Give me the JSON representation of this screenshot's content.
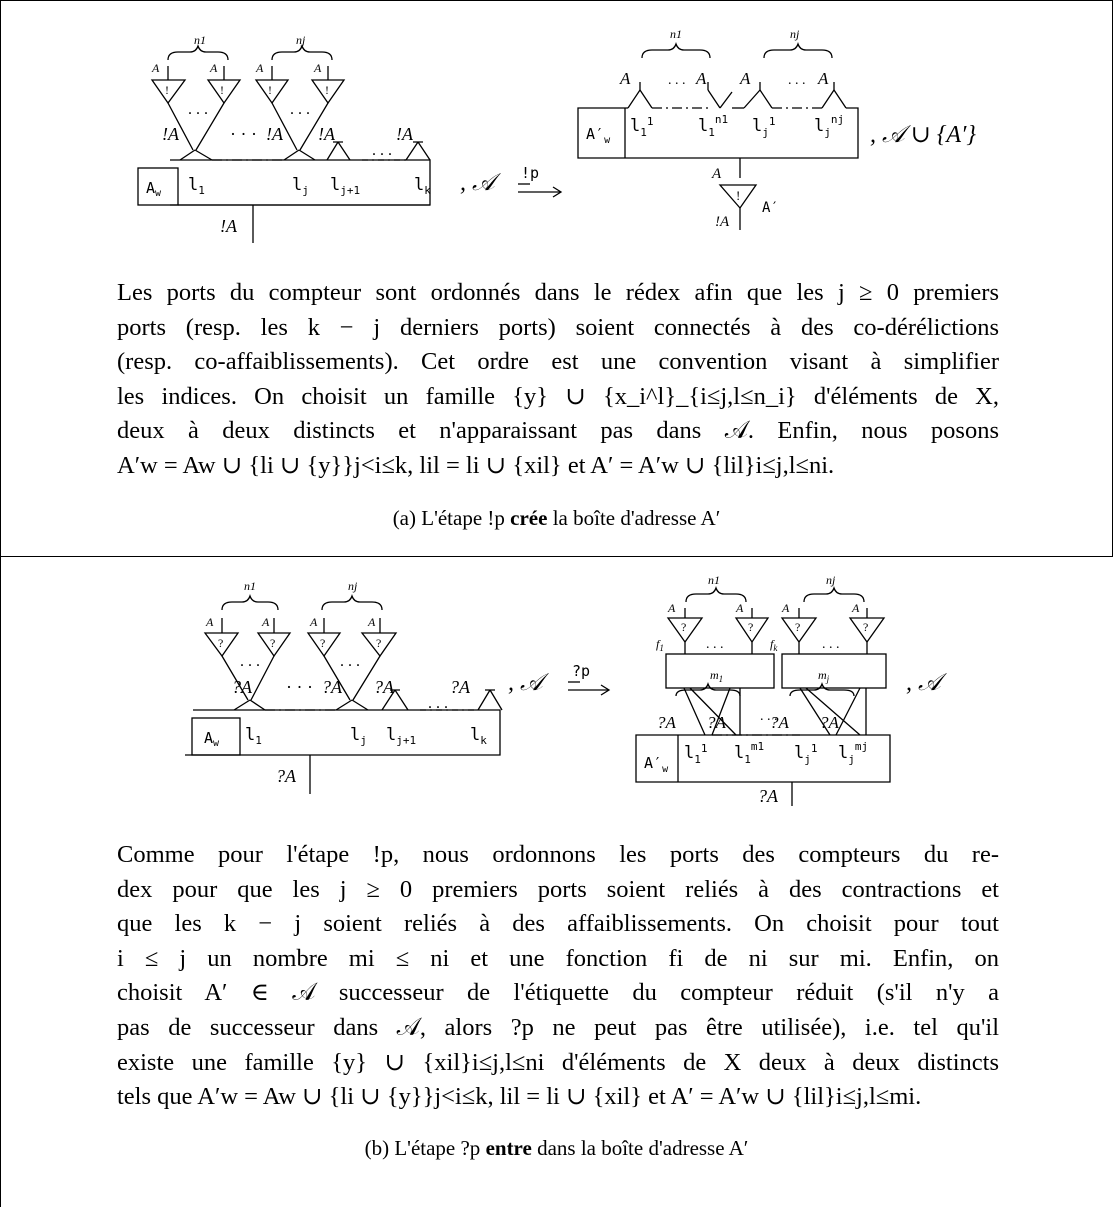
{
  "panel_a": {
    "diagram": {
      "n1": "n1",
      "nj": "nj",
      "A": "A",
      "bang": "!",
      "dots": "· · ·",
      "bangA": "!A",
      "ports": [
        "l1",
        "lj",
        "lj+1",
        "lk"
      ],
      "box_label": "Aw",
      "bottom_label": "!A",
      "context": ", 𝒜",
      "arrow_label": "!p",
      "result_box": "A′w",
      "result_ports": [
        "l11",
        "l1n1",
        "lj1",
        "ljnj"
      ],
      "result_context": ", 𝒜 ∪ {A′}",
      "result_bang_box": "A′"
    },
    "paragraph_lines": [
      "Les ports du compteur sont ordonnés dans le rédex afin que les j ≥ 0 premiers",
      "ports (resp. les k − j derniers ports) soient connectés à des co-dérélictions",
      "(resp. co-affaiblissements). Cet ordre est une convention visant à simplifier",
      "les indices. On choisit un famille {y} ∪ {x_i^l}_{i≤j,l≤n_i} d'éléments de X,",
      "deux à deux distincts et n'apparaissant pas dans 𝒜. Enfin, nous posons",
      "A′w = Aw ∪ {li ∪ {y}}j<i≤k, lil = li ∪ {xil} et A′ = A′w ∪ {lil}i≤j,l≤ni."
    ],
    "caption": {
      "prefix": "(a) L'étape !p ",
      "bold": "crée",
      "suffix": " la boîte d'adresse A′"
    }
  },
  "panel_b": {
    "diagram": {
      "n1": "n1",
      "nj": "nj",
      "A": "A",
      "quest": "?",
      "qA": "?A",
      "ports": [
        "l1",
        "lj",
        "lj+1",
        "lk"
      ],
      "box_label": "Aw",
      "bottom_label": "?A",
      "context": ", 𝒜",
      "arrow_label": "?p",
      "f_labels": [
        "f1",
        "fk"
      ],
      "m_labels": [
        "m1",
        "mj"
      ],
      "result_box": "A′w",
      "result_ports": [
        "l11",
        "l1m1",
        "lj1",
        "ljmj"
      ],
      "result_context": ", 𝒜"
    },
    "paragraph_lines": [
      "Comme pour l'étape !p, nous ordonnons les ports des compteurs du re-",
      "dex pour que les j ≥ 0 premiers ports soient reliés à des contractions et",
      "que les k − j soient reliés à des affaiblissements. On choisit pour tout",
      "i ≤ j un nombre mi ≤ ni et une fonction fi de ni sur mi. Enfin, on",
      "choisit A′ ∈ 𝒜 successeur de l'étiquette du compteur réduit (s'il n'y a",
      "pas de successeur dans 𝒜, alors ?p ne peut pas être utilisée), i.e. tel qu'il",
      "existe une famille {y} ∪ {xil}i≤j,l≤ni d'éléments de X deux à deux distincts",
      "tels que A′w = Aw ∪ {li ∪ {y}}j<i≤k, lil = li ∪ {xil} et A′ = A′w ∪ {lil}i≤j,l≤mi."
    ],
    "caption": {
      "prefix": "(b) L'étape ?p ",
      "bold": "entre",
      "suffix": " dans la boîte d'adresse A′"
    }
  }
}
